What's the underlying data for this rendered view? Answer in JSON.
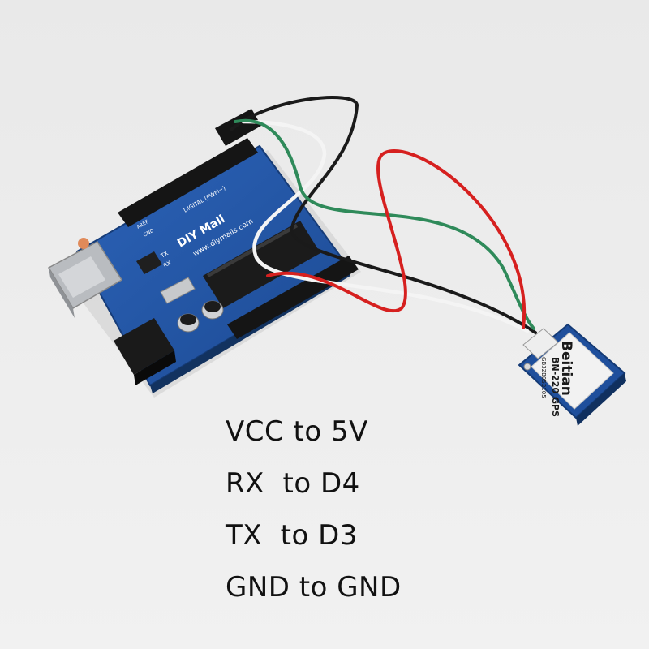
{
  "photo": {
    "subject": "Arduino-style board wired to a GPS module",
    "board": {
      "brand_logo": "DIY Mall",
      "website": "www.diymalls.com",
      "header_label": "DIGITAL (PWM~)",
      "markings": [
        "TX",
        "RX",
        "AREF",
        "GND"
      ]
    },
    "gps_module": {
      "brand": "Beitian",
      "model": "BN-220 GPS",
      "serial": "GB32B052105"
    },
    "wire_colors": {
      "red": "#d6201f",
      "black": "#1a1a1a",
      "white": "#f4f4f4",
      "green": "#2f8a5a"
    }
  },
  "instructions": [
    "VCC to 5V",
    "RX  to D4",
    "TX  to D3",
    "GND to GND"
  ]
}
